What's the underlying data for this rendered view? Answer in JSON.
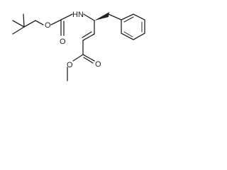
{
  "molecule": {
    "atoms": {
      "oxygen_carbamate_ether": "O",
      "oxygen_carbamate_carbonyl": "O",
      "nitrogen_amide": "HN",
      "oxygen_ester_carbonyl": "O",
      "oxygen_ester_methoxy": "O"
    }
  },
  "colors": {
    "bond": "#222222",
    "text": "#222222",
    "background": "#ffffff"
  }
}
